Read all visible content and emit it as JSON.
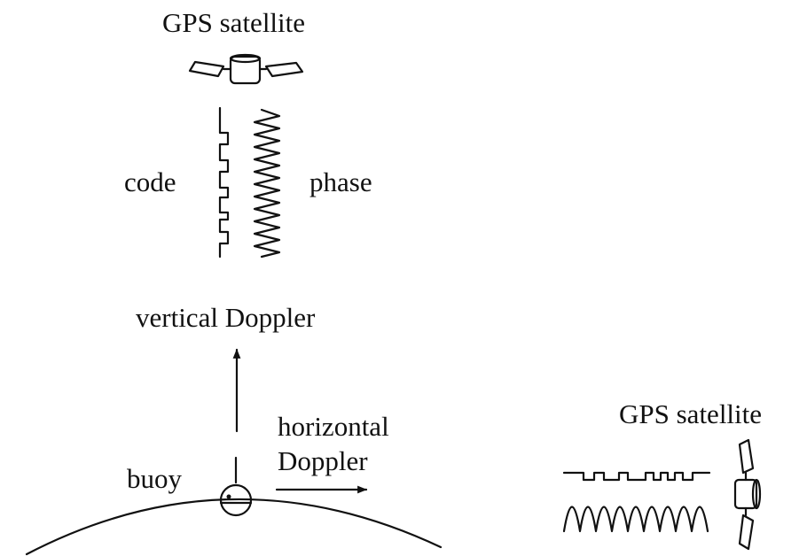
{
  "labels": {
    "top_satellite": "GPS satellite",
    "code": "code",
    "phase": "phase",
    "vertical_doppler": "vertical Doppler",
    "horizontal_doppler_line1": "horizontal",
    "horizontal_doppler_line2": "Doppler",
    "buoy": "buoy",
    "right_satellite": "GPS satellite"
  },
  "icons": {
    "top_satellite": "satellite-icon",
    "right_satellite": "satellite-icon",
    "buoy": "buoy-icon"
  },
  "colors": {
    "ink": "#111111",
    "background": "#ffffff"
  }
}
